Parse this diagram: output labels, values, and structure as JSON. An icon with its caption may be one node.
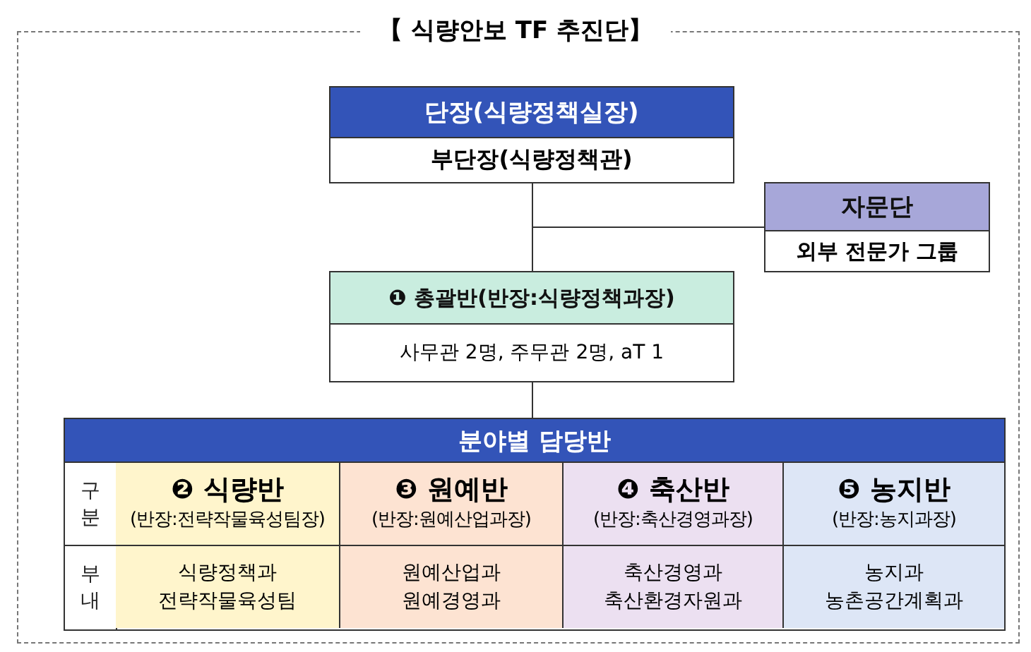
{
  "diagram": {
    "title": "【 식량안보 TF 추진단】",
    "nodes": [
      {
        "text": [
          "단장(식량정책실장)",
          "부단장(식량정책관)"
        ]
      },
      {
        "text": [
          "자문단",
          "외부 전문가 그룹"
        ]
      },
      {
        "text": [
          "❶ 총괄반(반장:식량정책과장)",
          "사무관 2명, 주무관 2명, aT 1"
        ]
      },
      {
        "text": [
          "분야별 담당반"
        ]
      },
      {
        "text": [
          "❷ 식량반",
          "(반장:전략작물육성팀장)",
          "식량정책과 전략작물육성팀"
        ],
        "in": 3
      },
      {
        "text": [
          "❸ 원예반",
          "(반장:원예산업과장)",
          "원예산업과 원예경영과"
        ],
        "in": 3
      },
      {
        "text": [
          "❹ 축산반",
          "(반장:축산경영과장)",
          "축산경영과 축산환경자원과"
        ],
        "in": 3
      },
      {
        "text": [
          "❺ 농지반",
          "(반장:농지과장)",
          "농지과 농촌공간계획과"
        ],
        "in": 3
      }
    ],
    "edges": [
      {
        "from": 0,
        "to": 2,
        "arrow": "none"
      },
      {
        "from": 0,
        "to": 1,
        "arrow": "none"
      },
      {
        "from": 2,
        "to": 3,
        "arrow": "none"
      }
    ],
    "labels": [
      "구분",
      "부내"
    ]
  }
}
